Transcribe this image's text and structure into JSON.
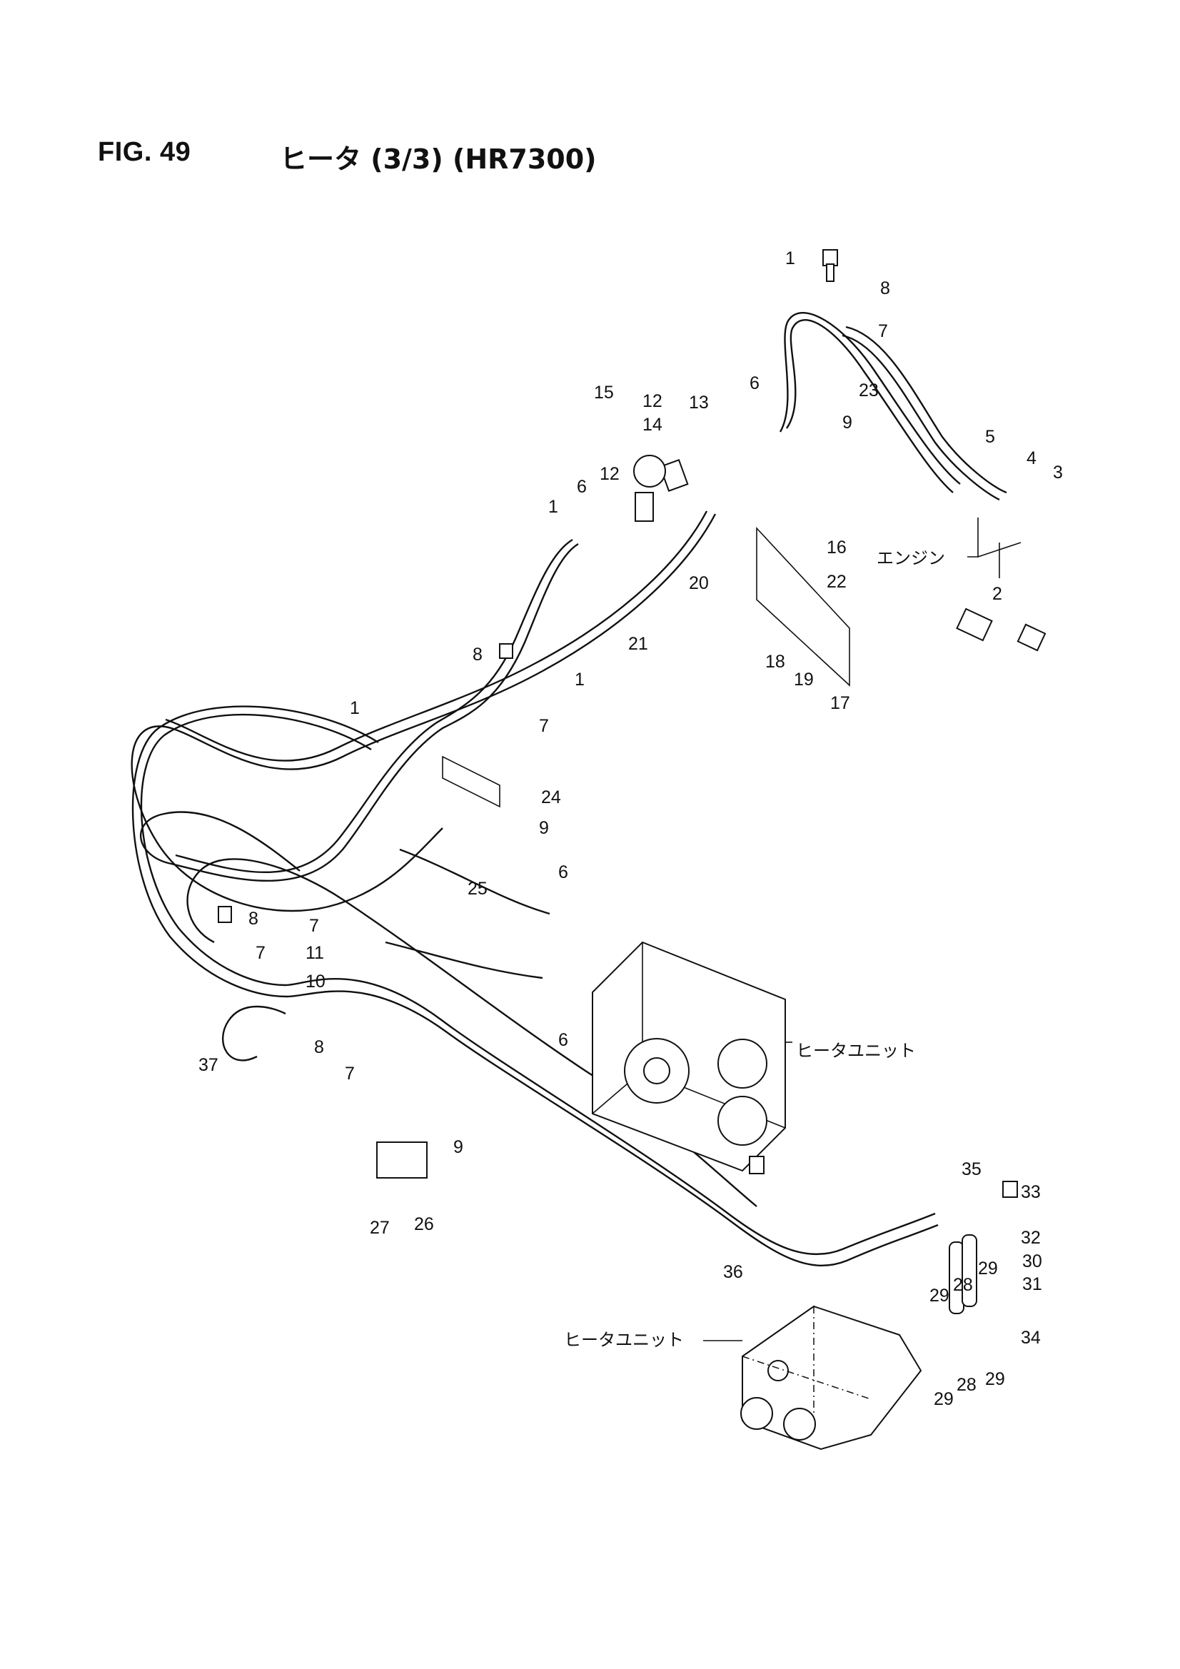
{
  "header": {
    "figure": "FIG. 49",
    "title": "ヒータ (3/3) (HR7300)"
  },
  "labels": {
    "engine": "エンジン",
    "heater_unit_1": "ヒータユニット",
    "heater_unit_2": "ヒータユニット"
  },
  "callouts": [
    "1",
    "1",
    "1",
    "1",
    "2",
    "3",
    "4",
    "5",
    "6",
    "6",
    "6",
    "6",
    "7",
    "7",
    "7",
    "7",
    "7",
    "8",
    "8",
    "8",
    "8",
    "9",
    "9",
    "9",
    "10",
    "11",
    "12",
    "12",
    "13",
    "14",
    "15",
    "16",
    "17",
    "18",
    "19",
    "20",
    "21",
    "22",
    "23",
    "24",
    "25",
    "26",
    "27",
    "28",
    "28",
    "29",
    "29",
    "29",
    "29",
    "30",
    "31",
    "32",
    "33",
    "34",
    "35",
    "36",
    "37"
  ]
}
